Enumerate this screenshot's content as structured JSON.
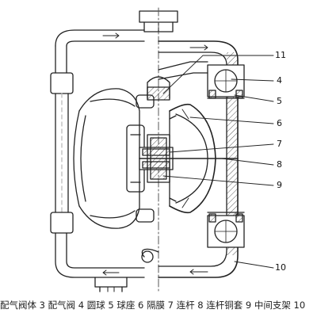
{
  "diagram": {
    "callouts": [
      "11",
      "4",
      "5",
      "6",
      "7",
      "8",
      "9",
      "10"
    ],
    "caption": "配气阀体 3 配气阀 4 圆球 5 球座 6 隔膜 7 连杆 8 连杆铜套 9 中间支架 10"
  }
}
